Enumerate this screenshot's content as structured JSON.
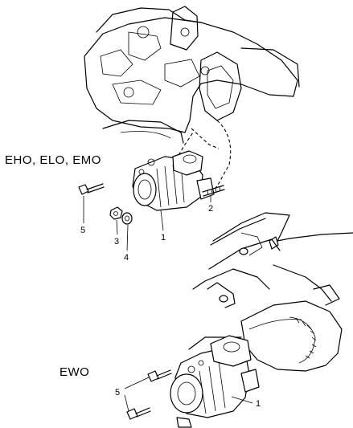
{
  "labels": {
    "upper_engine_codes": "EHO, ELO, EMO",
    "lower_engine_code": "EWO"
  },
  "callouts": {
    "upper": {
      "starter": "1",
      "stud": "2",
      "nut": "3",
      "washer": "4",
      "bolt": "5"
    },
    "lower": {
      "starter": "1",
      "bolts": "5"
    }
  }
}
